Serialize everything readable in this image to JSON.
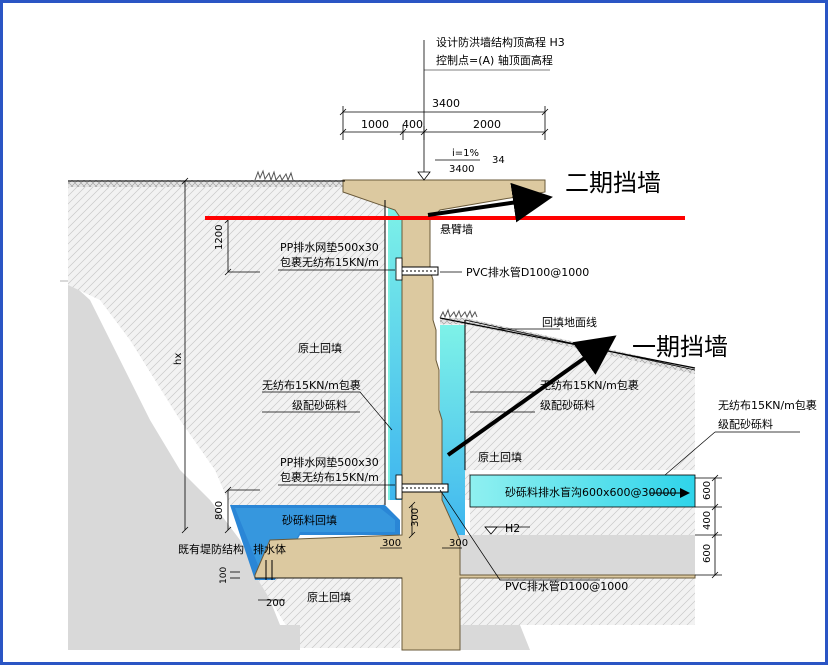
{
  "labels": {
    "design_top": "设计防洪墙结构顶高程 H3",
    "control_point": "控制点=(A) 轴顶面高程",
    "dim_total": "3400",
    "dim_1000": "1000",
    "dim_400": "400",
    "dim_2000": "2000",
    "slope": "i=1%",
    "slope_run": "3400",
    "slope_num": "34",
    "phase2": "二期挡墙",
    "phase1": "一期挡墙",
    "cantilever": "悬臂墙",
    "dim_1200": "1200",
    "pp_mat_1a": "PP排水网垫500x30",
    "pp_mat_1b": "包裹无纺布15KN/m",
    "pvc_upper": "PVC排水管D100@1000",
    "backfill_surface": "回填地面线",
    "hx": "hx",
    "original_fill_left": "原土回填",
    "geo_wrap_left": "无纺布15KN/m包裹",
    "gravel_left": "级配砂砾料",
    "geo_wrap_mid": "无纺布15KN/m包裹",
    "gravel_mid": "级配砂砾料",
    "geo_wrap_right": "无纺布15KN/m包裹",
    "gravel_right": "级配砂砾料",
    "original_fill_right": "原土回填",
    "pp_mat_2a": "PP排水网垫500x30",
    "pp_mat_2b": "包裹无纺布15KN/m",
    "blind_ditch": "砂砾料排水盲沟600x600@30000",
    "dim_600a": "600",
    "dim_800": "800",
    "gravel_backfill": "砂砾料回填",
    "dim_300v": "300",
    "h2": "H2",
    "dim_400b": "400",
    "existing_structure": "既有堤防结构",
    "drain_body": "排水体",
    "dim_300a": "300",
    "dim_300b": "300",
    "dim_600b": "600",
    "dim_100": "100",
    "pvc_lower": "PVC排水管D100@1000",
    "original_fill_bottom": "原土回填",
    "dim_200": "200"
  },
  "colors": {
    "frame": "#2a55c4",
    "concrete": "#dcc9a0",
    "phase2_line": "#ff0000",
    "drain_cyan": "#33c8e6",
    "drain_blue": "#2a86d6",
    "hatch": "#c9c9c9",
    "arrow": "#000000"
  }
}
